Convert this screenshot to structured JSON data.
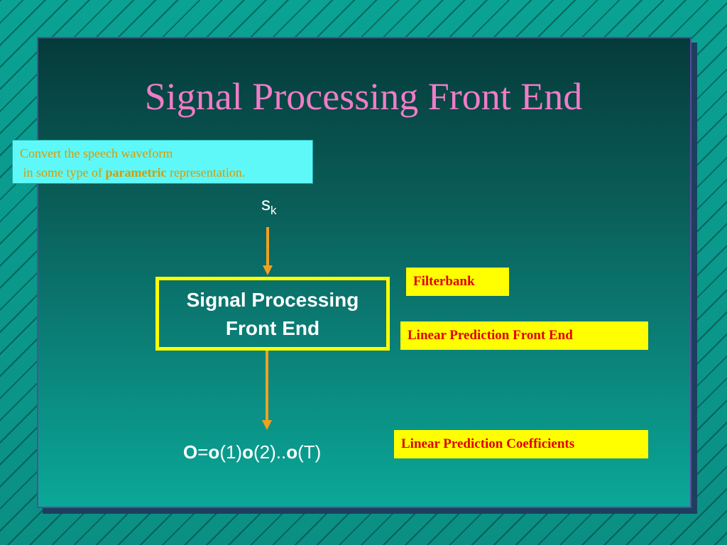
{
  "title": "Signal Processing Front End",
  "note": {
    "line1": "Convert the speech waveform",
    "line2_prefix": "in some type of ",
    "line2_emphasis": "parametric",
    "line2_suffix": " representation."
  },
  "input_signal": {
    "base": "s",
    "subscript": "k"
  },
  "process_box": {
    "line1": "Signal Processing",
    "line2": "Front End"
  },
  "labels": {
    "filterbank": "Filterbank",
    "lp_front_end": "Linear Prediction Front End",
    "lp_coefficients": "Linear Prediction Coefficients"
  },
  "output": {
    "O": "O",
    "eq": "=",
    "o1": "o",
    "a1": "(1)",
    "o2": "o",
    "a2": "(2)..",
    "o3": "o",
    "a3": "(T)"
  },
  "colors": {
    "title": "#f07cc6",
    "arrow": "#f0a020",
    "box_border": "#ffff00",
    "label_bg": "#ffff00",
    "label_text": "#e00000",
    "note_bg": "#5ff8f8",
    "note_text": "#d99a00"
  }
}
